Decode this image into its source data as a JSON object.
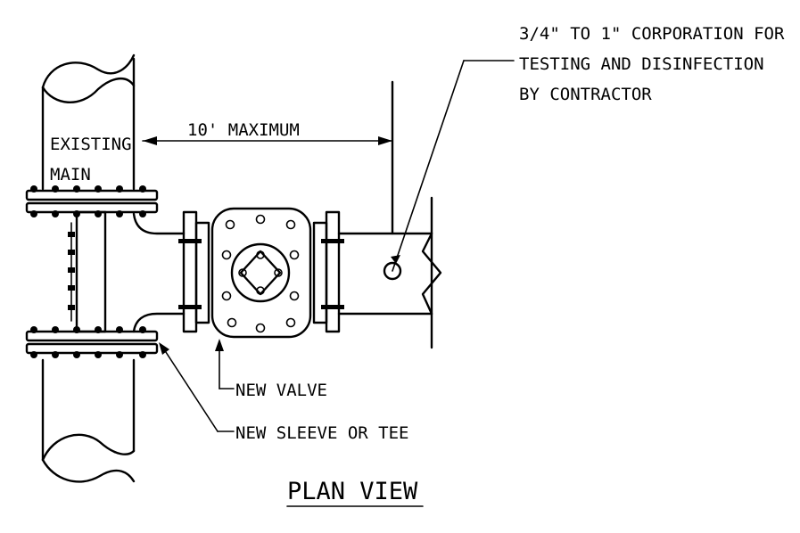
{
  "labels": {
    "existing_main_line1": "EXISTING",
    "existing_main_line2": "MAIN",
    "dimension": "10' MAXIMUM",
    "corporation_line1": "3/4\" TO 1\" CORPORATION FOR",
    "corporation_line2": "TESTING AND DISINFECTION",
    "corporation_line3": "BY CONTRACTOR",
    "new_valve": "NEW VALVE",
    "new_sleeve": "NEW SLEEVE OR TEE",
    "view_title": "PLAN VIEW"
  }
}
